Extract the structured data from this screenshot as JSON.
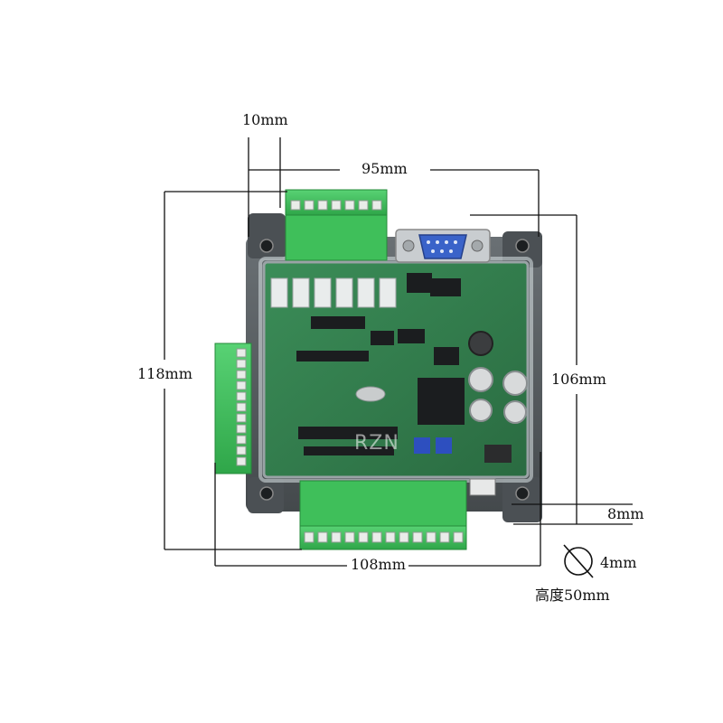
{
  "dimensions": {
    "terminal_pitch": "10mm",
    "hole_spacing_width": "95mm",
    "overall_height": "118mm",
    "hole_spacing_height": "106mm",
    "mount_tab": "8mm",
    "overall_width": "108mm",
    "hole_diameter": "4mm",
    "depth": "高度50mm"
  },
  "watermark": "RZN",
  "colors": {
    "terminal_green": "#3fbf5a",
    "pcb_green": "#2f7d4a",
    "case_gray": "#5a5f63",
    "db9_blue": "#3a63c9",
    "dimension_line": "#111111"
  },
  "icons": {
    "hole_diameter_symbol": "diameter-icon"
  }
}
